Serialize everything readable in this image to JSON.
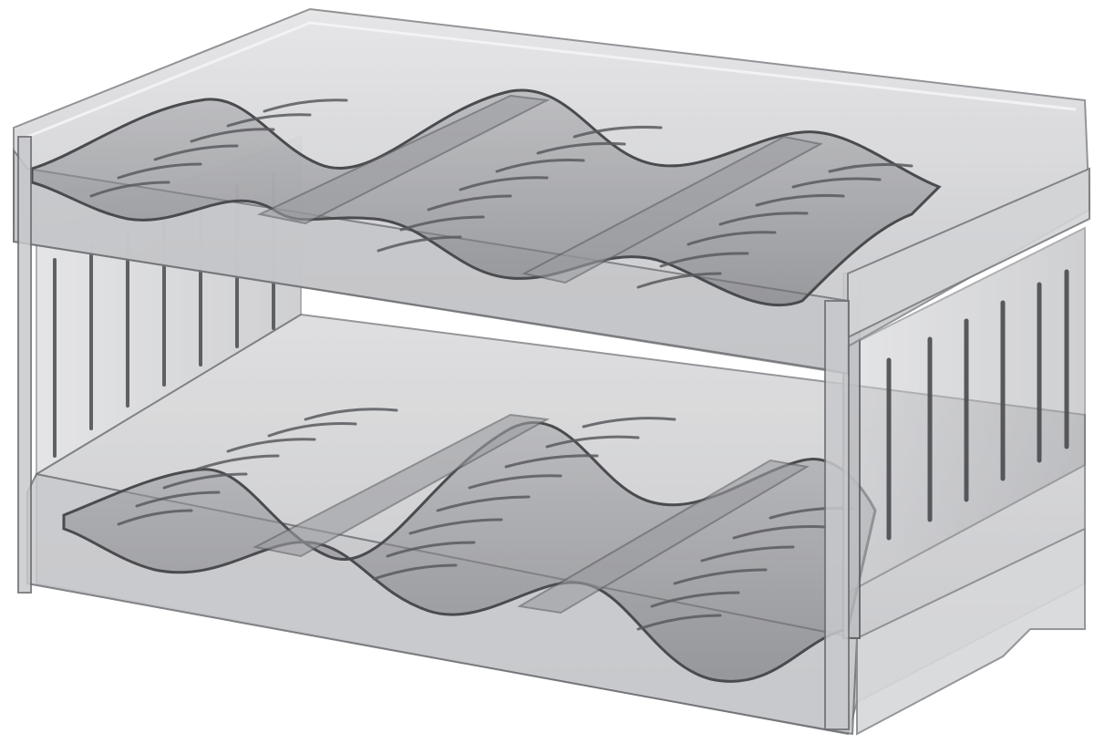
{
  "image": {
    "subject": "two-tier-bottle-rack",
    "tiers": 2,
    "slots_per_tier": 3,
    "colors": {
      "background": "#ffffff",
      "acrylic_light": "#d9d9db",
      "acrylic_mid": "#b4b5b8",
      "acrylic_dark": "#6f7074",
      "edge": "#4a4b4f",
      "highlight": "#f2f2f3"
    }
  }
}
